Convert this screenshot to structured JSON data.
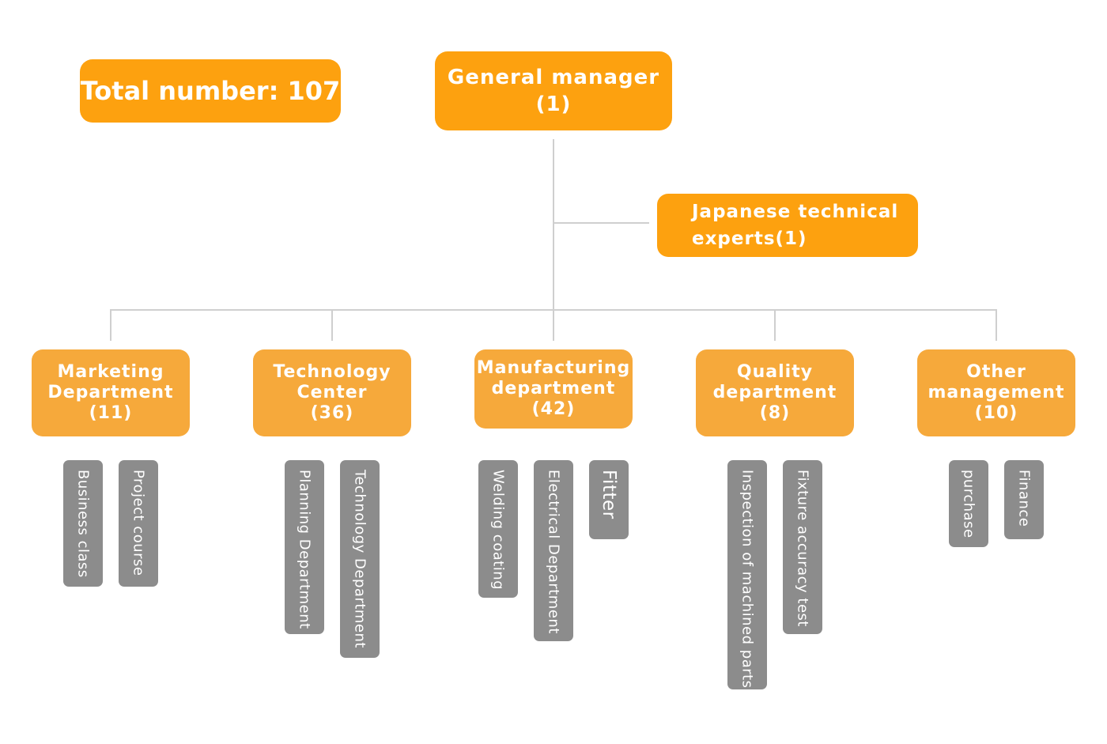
{
  "total": "Total number: 107",
  "general_manager": {
    "title": "General manager",
    "count": "(1)"
  },
  "experts": {
    "line1": "Japanese technical",
    "line2": "experts(1)"
  },
  "departments": [
    {
      "line1": "Marketing",
      "line2": "Department",
      "count": "(11)",
      "subs": [
        "Business class",
        "Project course"
      ]
    },
    {
      "line1": "Technology",
      "line2": "Center",
      "count": "(36)",
      "subs": [
        "Planning Department",
        "Technology Department"
      ]
    },
    {
      "line1": "Manufacturing",
      "line2": "department",
      "count": "(42)",
      "subs": [
        "Welding coating",
        "Electrical Department",
        "Fitter"
      ]
    },
    {
      "line1": "Quality",
      "line2": "department",
      "count": "(8)",
      "subs": [
        "Inspection of machined parts",
        "Fixture accuracy test"
      ]
    },
    {
      "line1": "Other",
      "line2": "management",
      "count": "(10)",
      "subs": [
        "purchase",
        "Finance"
      ]
    }
  ],
  "colors": {
    "top_box": "#fda10f",
    "dept_box": "#f6a93b",
    "sub_box": "#8c8c8c",
    "connector": "#cfcfcf"
  }
}
